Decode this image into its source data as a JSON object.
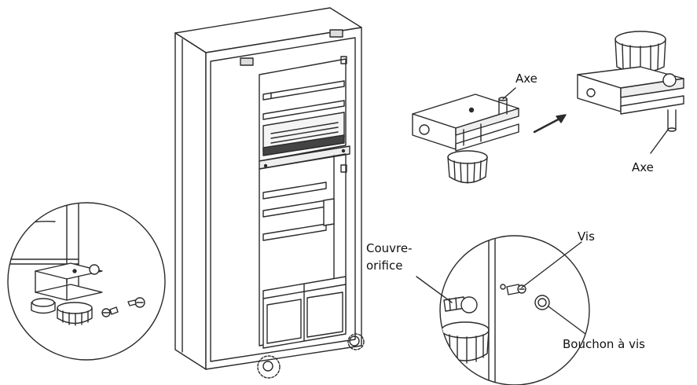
{
  "labels": {
    "axe_top": "Axe",
    "axe_bottom": "Axe",
    "couvre_line1": "Couvre-",
    "couvre_line2": "orifice",
    "vis": "Vis",
    "bouchon": "Bouchon à vis"
  },
  "colors": {
    "stroke": "#2b2b2b",
    "label": "#111111",
    "background": "#ffffff"
  },
  "icons": [
    "refrigerator-illustration",
    "hinge-bracket-illustration",
    "detail-magnifier-circle",
    "direction-arrow"
  ]
}
